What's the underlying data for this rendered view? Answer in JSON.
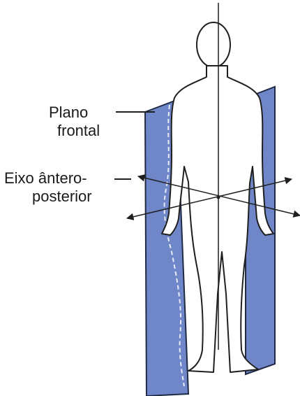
{
  "labels": {
    "frontal_plane": [
      "Plano",
      "frontal"
    ],
    "anteroposterior_axis": [
      "Eixo ântero-",
      "posterior"
    ]
  },
  "colors": {
    "plane_fill": "#6f86c8",
    "plane_edge": "#1f2a44",
    "figure_outline": "#1f1f1f",
    "background": "#ffffff"
  },
  "icons": {
    "axis_arrowheads": "arrow-icon"
  }
}
